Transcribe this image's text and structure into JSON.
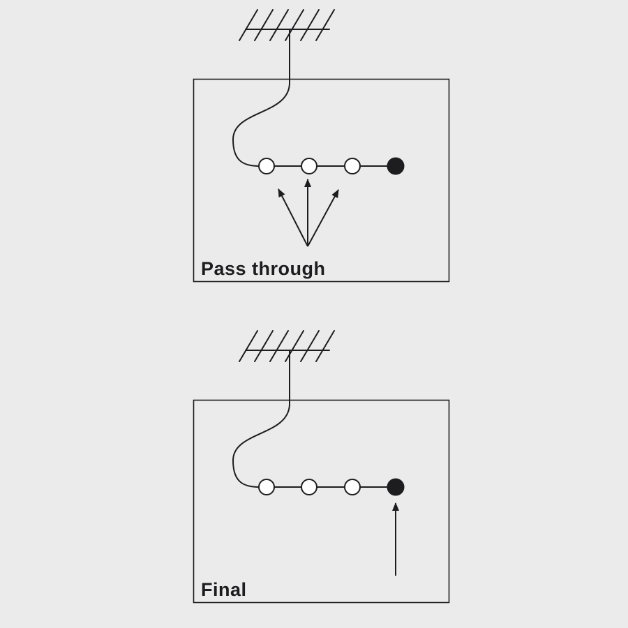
{
  "colors": {
    "background": "#ebebeb",
    "ink": "#1d1d1f",
    "port_fill_open": "#ffffff"
  },
  "panels": [
    {
      "id": "pass-through",
      "label": "Pass through",
      "ports": {
        "open_circles": 3,
        "terminal_circles": 1
      },
      "arrow_count": 3,
      "arrow_style": "fan-upward-at-open-ports"
    },
    {
      "id": "final",
      "label": "Final",
      "ports": {
        "open_circles": 3,
        "terminal_circles": 1
      },
      "arrow_count": 1,
      "arrow_style": "single-upward-at-terminal-port"
    }
  ]
}
